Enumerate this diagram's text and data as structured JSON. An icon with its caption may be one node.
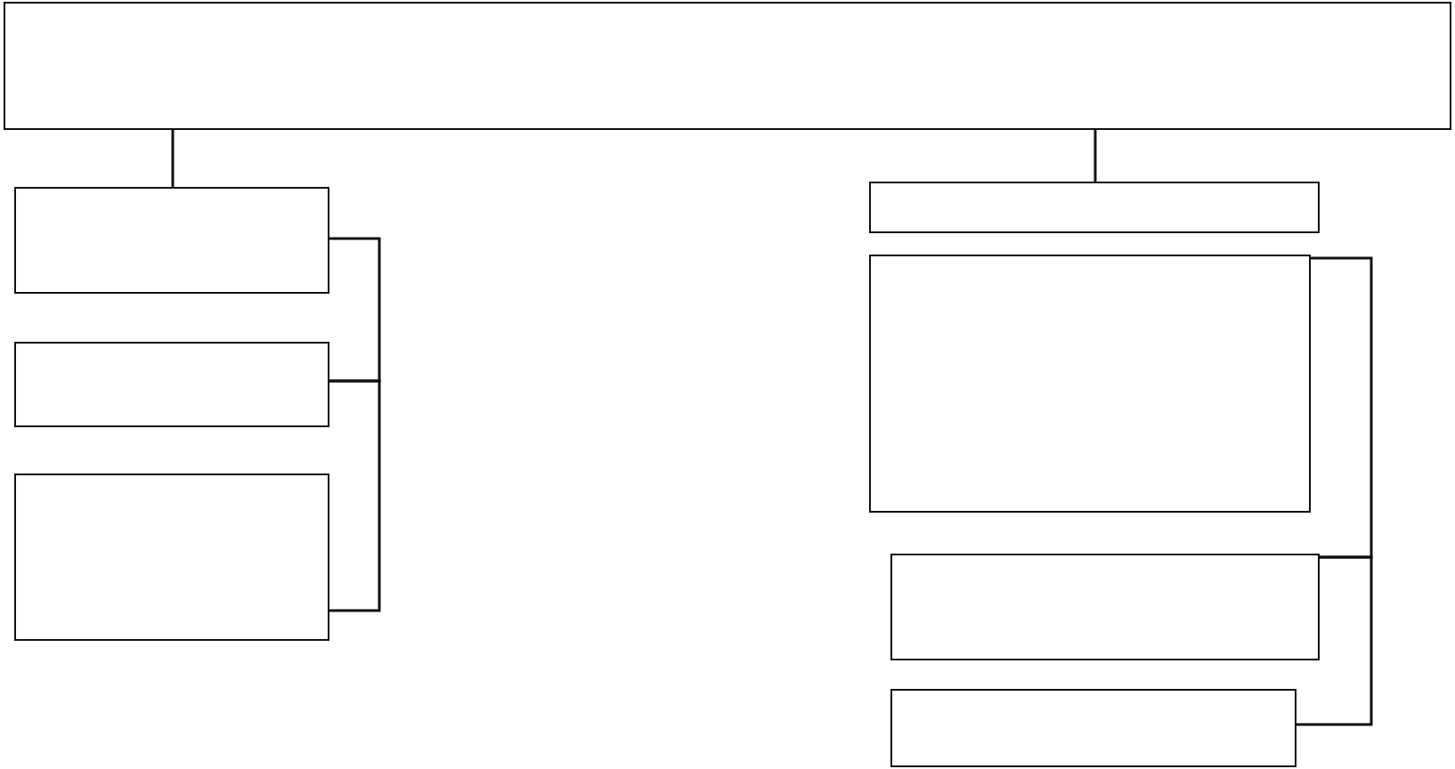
{
  "diagram": {
    "nodes": [
      {
        "text": [],
        "shape": "box"
      },
      {
        "text": [],
        "shape": "box"
      },
      {
        "text": [],
        "shape": "box"
      },
      {
        "text": [],
        "shape": "box"
      },
      {
        "text": [],
        "shape": "box"
      },
      {
        "text": [],
        "shape": "box"
      },
      {
        "text": [],
        "shape": "box"
      },
      {
        "text": [],
        "shape": "box"
      }
    ],
    "edges": [
      {
        "from": 0,
        "to": 1,
        "arrow": "none"
      },
      {
        "from": 0,
        "to": 4,
        "arrow": "none"
      },
      {
        "from": 1,
        "to": 2,
        "arrow": "none"
      },
      {
        "from": 2,
        "to": 3,
        "arrow": "none"
      },
      {
        "from": 5,
        "to": 6,
        "arrow": "none"
      },
      {
        "from": 6,
        "to": 7,
        "arrow": "none"
      }
    ]
  }
}
